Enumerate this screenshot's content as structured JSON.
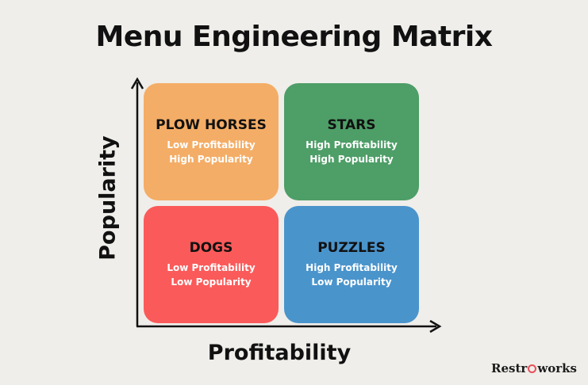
{
  "title": "Menu Engineering Matrix",
  "axes": {
    "y_label": "Popularity",
    "x_label": "Profitability"
  },
  "quadrants": [
    {
      "name": "PLOW HORSES",
      "line1": "Low Profitability",
      "line2": "High Popularity",
      "color": "#f4ad66"
    },
    {
      "name": "STARS",
      "line1": "High Profitability",
      "line2": "High Popularity",
      "color": "#4e9e67"
    },
    {
      "name": "DOGS",
      "line1": "Low Profitability",
      "line2": "Low Popularity",
      "color": "#fb5a5a"
    },
    {
      "name": "PUZZLES",
      "line1": "High Profitability",
      "line2": "Low Popularity",
      "color": "#4a94cc"
    }
  ],
  "brand": {
    "before": "Restr",
    "after": "works"
  }
}
